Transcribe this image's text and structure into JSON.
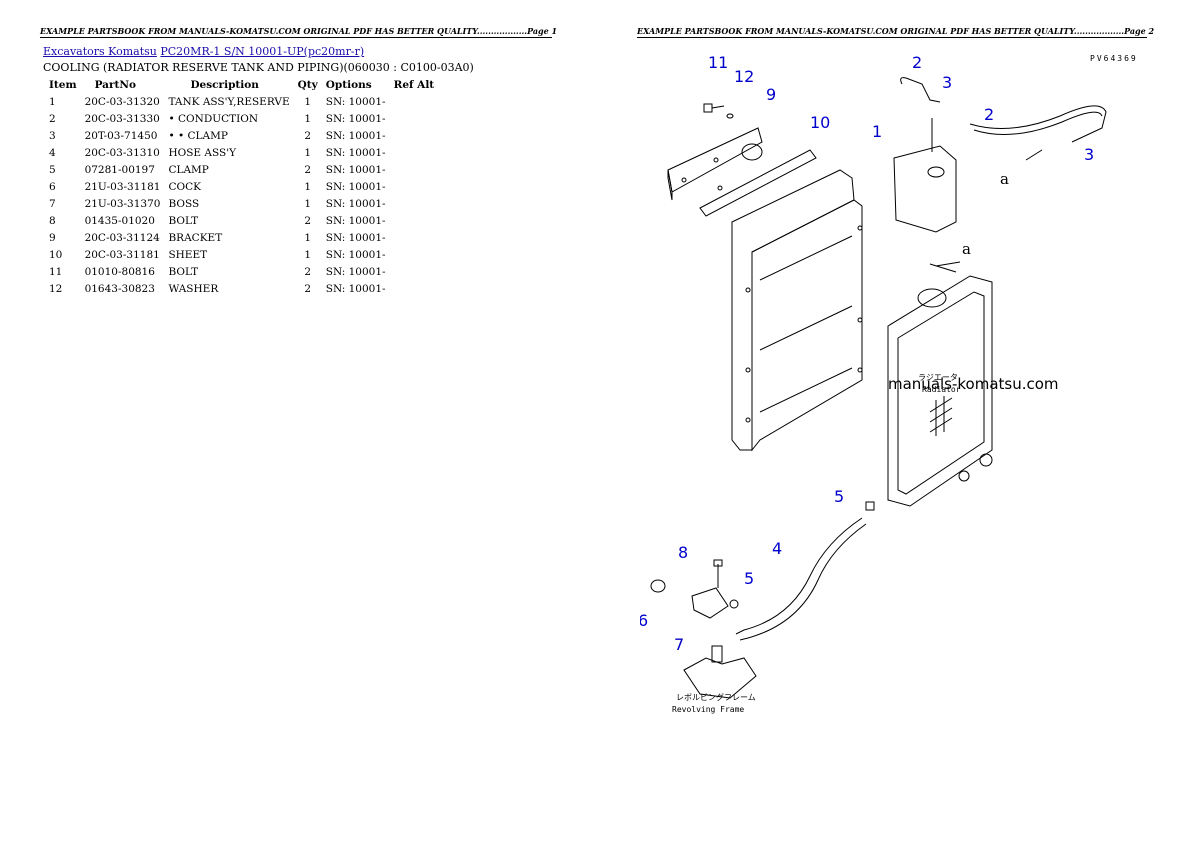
{
  "header": {
    "left": "EXAMPLE PARTSBOOK FROM MANUALS-KOMATSU.COM ORIGINAL PDF HAS BETTER QUALITY..................Page 1",
    "right": "EXAMPLE PARTSBOOK FROM MANUALS-KOMATSU.COM ORIGINAL PDF HAS BETTER QUALITY..................Page 2"
  },
  "breadcrumb": {
    "link1": "Excavators Komatsu",
    "link2": "PC20MR-1 S/N 10001-UP(pc20mr-r)"
  },
  "subtitle": "COOLING (RADIATOR RESERVE TANK AND PIPING)(060030 : C0100-03A0)",
  "table": {
    "headers": {
      "item": "Item",
      "partno": "PartNo",
      "description": "Description",
      "qty": "Qty",
      "options": "Options",
      "refalt": "Ref Alt"
    },
    "rows": [
      {
        "item": "1",
        "partno": "20C-03-31320",
        "description": "TANK ASS'Y,RESERVE",
        "qty": "1",
        "options": "SN: 10001-"
      },
      {
        "item": "2",
        "partno": "20C-03-31330",
        "description": "• CONDUCTION",
        "qty": "1",
        "options": "SN: 10001-"
      },
      {
        "item": "3",
        "partno": "20T-03-71450",
        "description": "• • CLAMP",
        "qty": "2",
        "options": "SN: 10001-"
      },
      {
        "item": "4",
        "partno": "20C-03-31310",
        "description": "HOSE ASS'Y",
        "qty": "1",
        "options": "SN: 10001-"
      },
      {
        "item": "5",
        "partno": "07281-00197",
        "description": "CLAMP",
        "qty": "2",
        "options": "SN: 10001-"
      },
      {
        "item": "6",
        "partno": "21U-03-31181",
        "description": "COCK",
        "qty": "1",
        "options": "SN: 10001-"
      },
      {
        "item": "7",
        "partno": "21U-03-31370",
        "description": "BOSS",
        "qty": "1",
        "options": "SN: 10001-"
      },
      {
        "item": "8",
        "partno": "01435-01020",
        "description": "BOLT",
        "qty": "2",
        "options": "SN: 10001-"
      },
      {
        "item": "9",
        "partno": "20C-03-31124",
        "description": "BRACKET",
        "qty": "1",
        "options": "SN: 10001-"
      },
      {
        "item": "10",
        "partno": "20C-03-31181",
        "description": "SHEET",
        "qty": "1",
        "options": "SN: 10001-"
      },
      {
        "item": "11",
        "partno": "01010-80816",
        "description": "BOLT",
        "qty": "2",
        "options": "SN: 10001-"
      },
      {
        "item": "12",
        "partno": "01643-30823",
        "description": "WASHER",
        "qty": "2",
        "options": "SN: 10001-"
      }
    ]
  },
  "diagram": {
    "code": "PV64369",
    "watermark": "manuals-komatsu.com",
    "frame_label_jp": "レボルビングフレーム",
    "frame_label_en": "Revolving Frame",
    "radiator_label_jp": "ラジエータ",
    "radiator_label_en": "Radiator",
    "ref_a": "a",
    "callouts": [
      "11",
      "12",
      "9",
      "10",
      "2",
      "3",
      "2",
      "3",
      "1",
      "5",
      "4",
      "8",
      "5",
      "6",
      "7"
    ]
  }
}
